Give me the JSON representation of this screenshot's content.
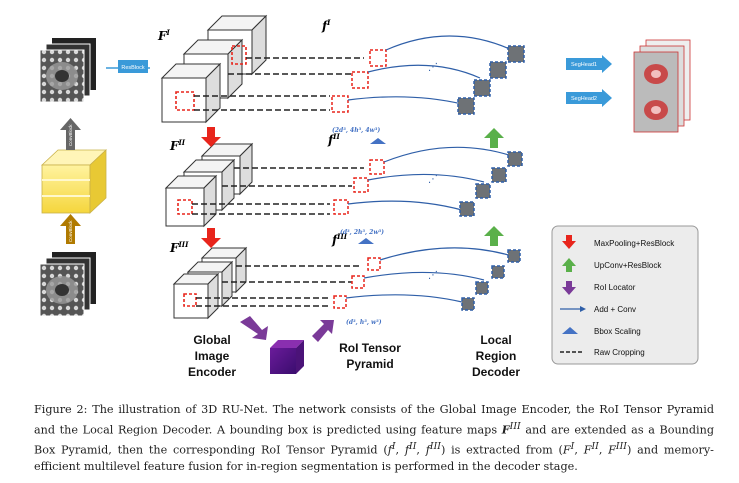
{
  "figure": {
    "feature_labels": {
      "F1": "F",
      "F1_sup": "I",
      "F2": "F",
      "F2_sup": "II",
      "F3": "F",
      "F3_sup": "III",
      "f1": "f",
      "f1_sup": "I",
      "f2": "f",
      "f2_sup": "II",
      "f3": "f",
      "f3_sup": "III"
    },
    "bbox_labels": {
      "l1": "(2d³, 4h³, 4w³)",
      "l2": "(d³, 2h³, 2w³)",
      "l3": "(d³, h³, w³)"
    },
    "block_labels": {
      "resblock": "ResBlock",
      "seghead1": "SegHead1",
      "seghead2": "SegHead2",
      "up_stem": "ConvBlock",
      "down_stem": "ConvBlock"
    },
    "section_labels": {
      "encoder_1": "Global",
      "encoder_2": "Image",
      "encoder_3": "Encoder",
      "pyramid_1": "RoI Tensor",
      "pyramid_2": "Pyramid",
      "decoder_1": "Local",
      "decoder_2": "Region",
      "decoder_3": "Decoder"
    },
    "ellipsis": "⋰",
    "legend": [
      {
        "key": "maxpool",
        "label": "MaxPooling+ResBlock"
      },
      {
        "key": "upconv",
        "label": "UpConv+ResBlock"
      },
      {
        "key": "roi",
        "label": "RoI Locator"
      },
      {
        "key": "addconv",
        "label": "Add + Conv"
      },
      {
        "key": "bbox",
        "label": "Bbox Scaling"
      },
      {
        "key": "crop",
        "label": "Raw Cropping"
      }
    ],
    "colors": {
      "red_arrow": "#e8251c",
      "green_arrow": "#5ab04a",
      "purple_arrow": "#7a3a98",
      "blue_arrow": "#2f5fa8",
      "bbox_triangle": "#4472c4",
      "blue_box": "#3a9ad9",
      "gray_cube": "#6e7276",
      "legend_bg": "#ececec"
    }
  },
  "caption": {
    "s1": "Figure 2: The illustration of 3D RU-Net. The network consists of the Global Image Encoder, the RoI Tensor Pyramid and the Local Region Decoder. A bounding box is predicted using feature maps ",
    "m1": "F",
    "m1_sup": "III",
    "s2": " and are extended as a Bounding Box Pyramid, then the corresponding RoI Tensor Pyramid (",
    "m2": "f",
    "m2_sup": "I",
    "m3": "f",
    "m3_sup": "II",
    "m4": "f",
    "m4_sup": "III",
    "s3": ") is extracted from (",
    "m5": "F",
    "m5_sup": "I",
    "m6": "F",
    "m6_sup": "II",
    "m7": "F",
    "m7_sup": "III",
    "s4": ") and memory-efficient multilevel feature fusion for in-region segmentation is performed in the decoder stage."
  }
}
